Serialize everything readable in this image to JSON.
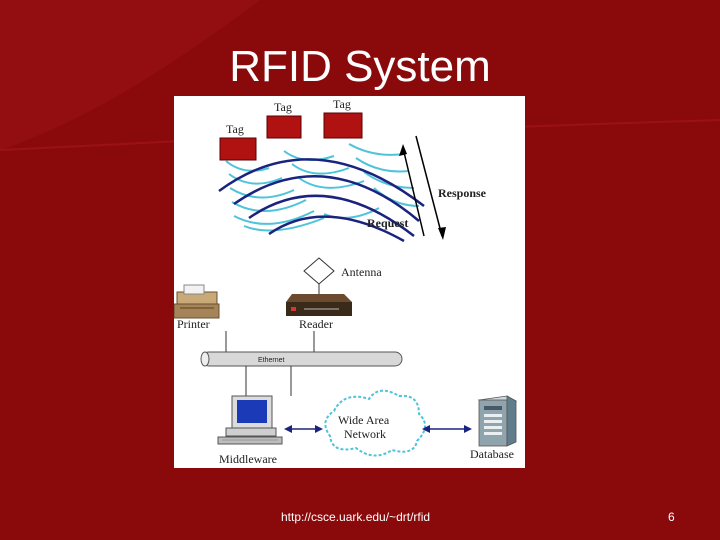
{
  "slide": {
    "title": "RFID System",
    "footer_url": "http://csce.uark.edu/~drt/rfid",
    "page_number": "6"
  },
  "diagram": {
    "tags": [
      "Tag",
      "Tag",
      "Tag"
    ],
    "response_label": "Response",
    "request_label": "Request",
    "antenna_label": "Antenna",
    "reader_label": "Reader",
    "printer_label": "Printer",
    "ethernet_label": "Ethernet",
    "network_label_line1": "Wide Area",
    "network_label_line2": "Network",
    "middleware_label": "Middleware",
    "database_label": "Database"
  },
  "colors": {
    "background": "#8a0a0c",
    "tag_fill": "#b01212",
    "wave_dark": "#1a237e",
    "wave_light": "#4fc3d9"
  }
}
